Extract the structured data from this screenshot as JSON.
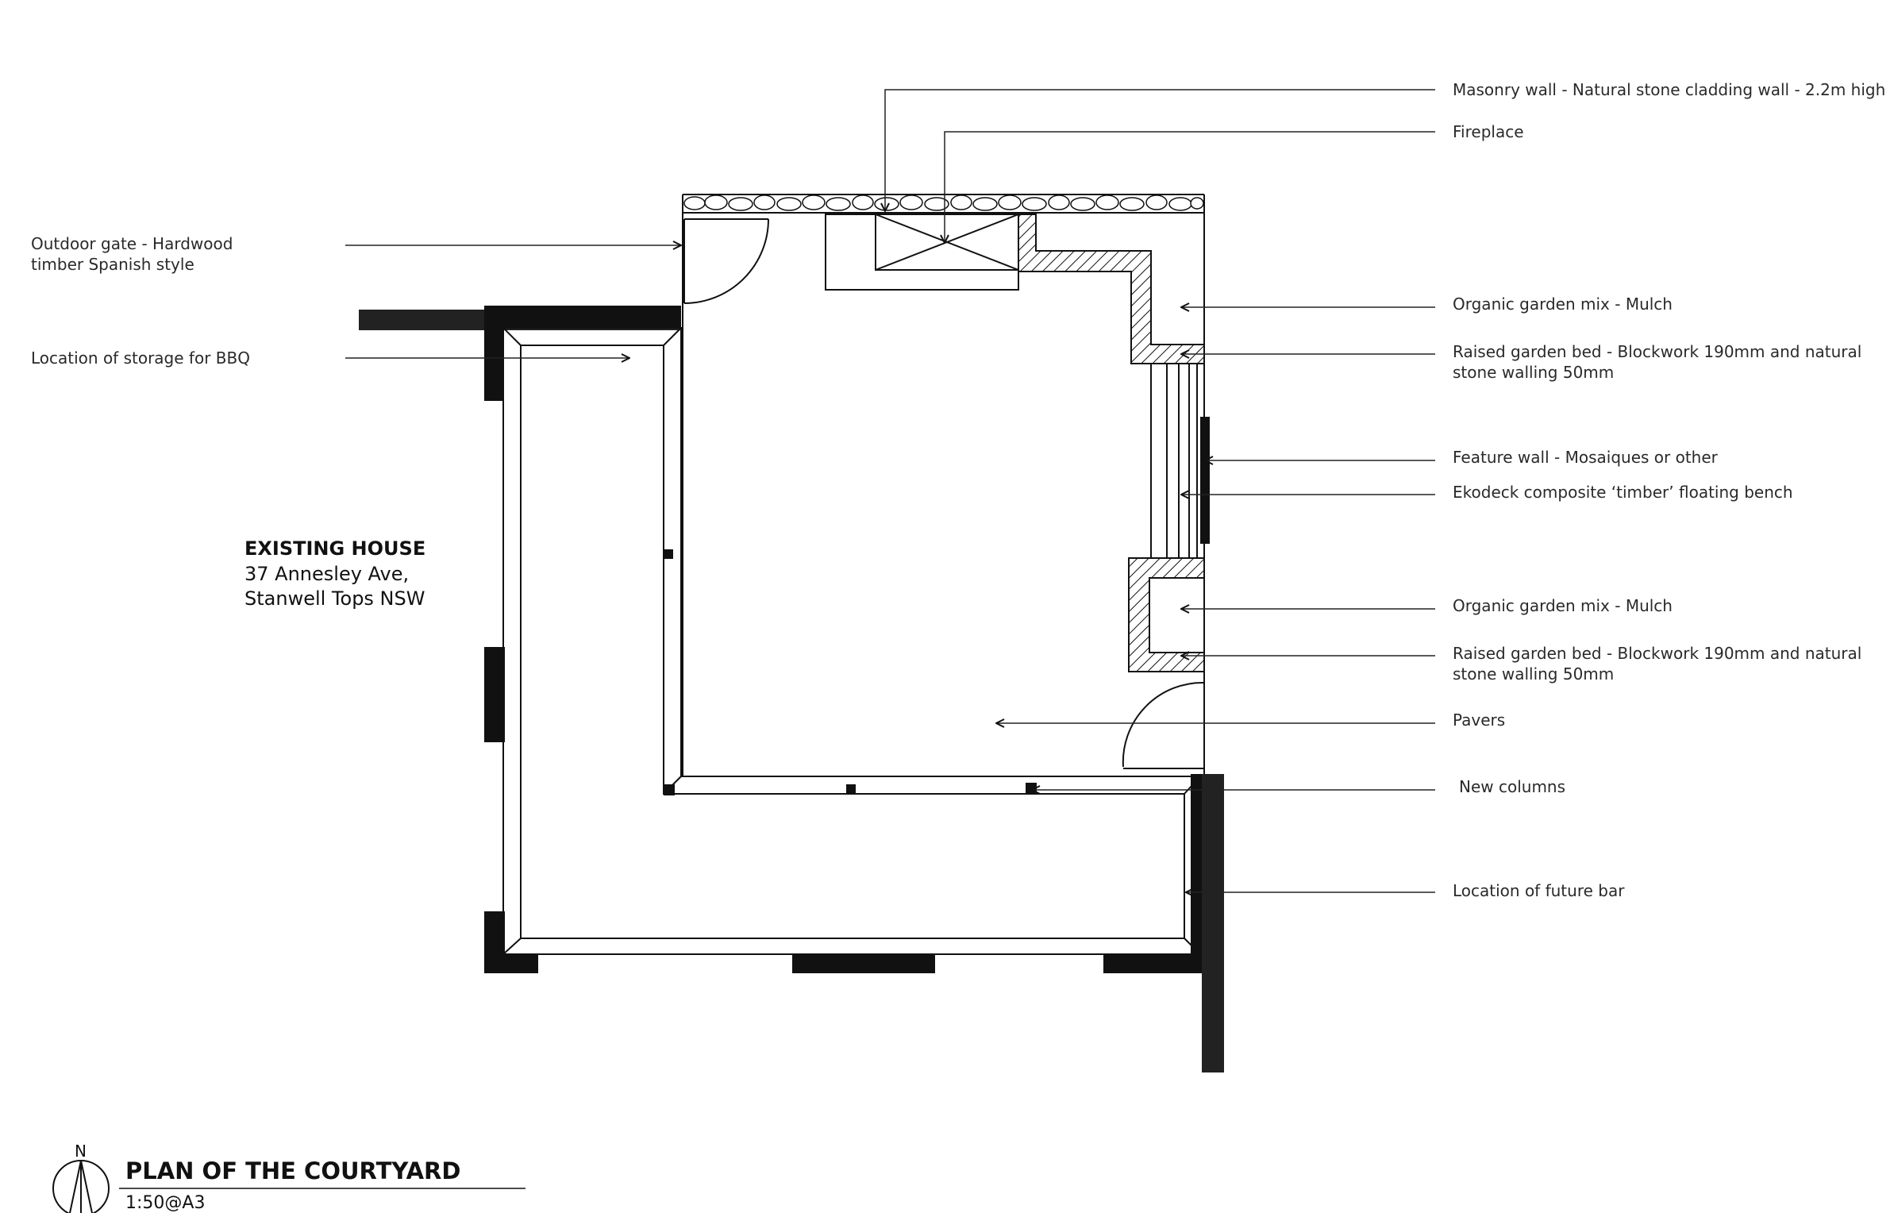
{
  "house": {
    "title": "EXISTING HOUSE",
    "address_line1": "37 Annesley Ave,",
    "address_line2": "Stanwell Tops NSW"
  },
  "labels": {
    "masonry_wall": "Masonry wall - Natural stone cladding wall - 2.2m high",
    "fireplace": "Fireplace",
    "outdoor_gate_1": "Outdoor gate - Hardwood",
    "outdoor_gate_2": "timber Spanish style",
    "bbq_storage": "Location of storage for BBQ",
    "mulch_top": "Organic garden mix - Mulch",
    "raised_bed_top_1": "Raised garden bed - Blockwork 190mm and natural",
    "raised_bed_top_2": "stone walling 50mm",
    "feature_wall": "Feature wall - Mosaiques or other",
    "bench": "Ekodeck composite ‘timber’ floating bench",
    "mulch_bottom": "Organic garden mix - Mulch",
    "raised_bed_bottom_1": "Raised garden bed - Blockwork 190mm and natural",
    "raised_bed_bottom_2": "stone walling 50mm",
    "pavers": "Pavers",
    "new_columns": "New columns",
    "future_bar": "Location of future bar"
  },
  "title_block": {
    "north": "N",
    "title": "PLAN OF THE COURTYARD",
    "scale": "1:50@A3"
  }
}
